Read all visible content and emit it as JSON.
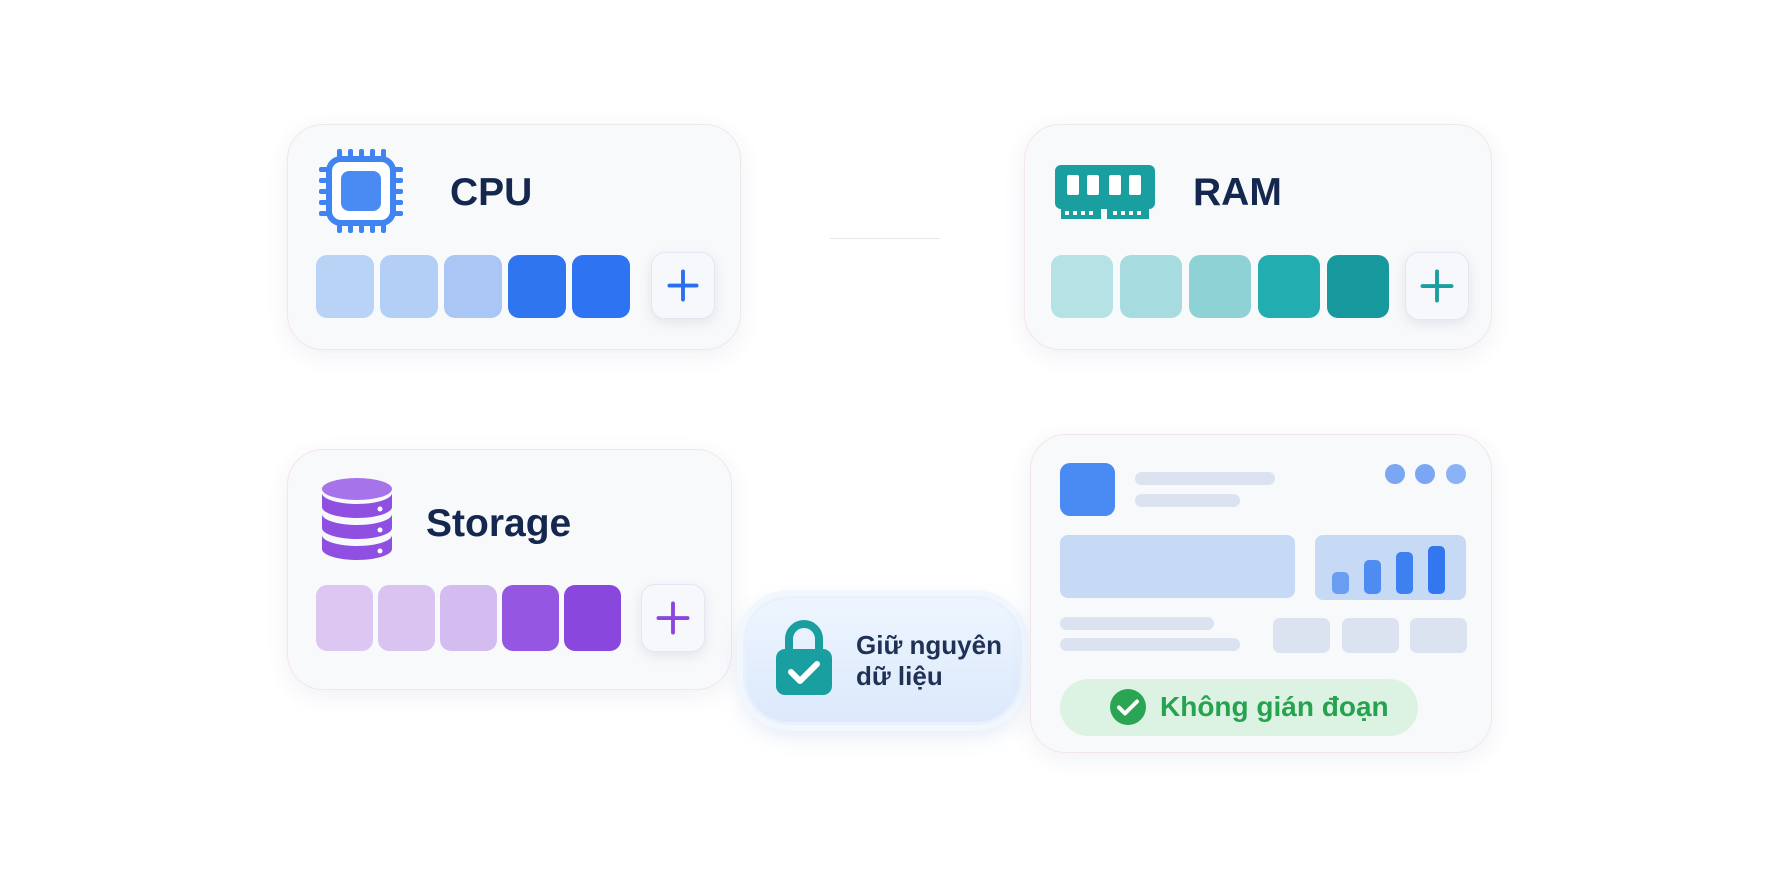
{
  "resources": {
    "cpu": {
      "title": "CPU",
      "icon": "cpu-chip-icon",
      "filled_blocks": 2,
      "total_blocks": 5,
      "colors": [
        "#b9d3f6",
        "#b4cff5",
        "#a9c6f4",
        "#2f75f0",
        "#2e73f2"
      ],
      "accent": "#2a6ff0"
    },
    "ram": {
      "title": "RAM",
      "icon": "ram-module-icon",
      "filled_blocks": 2,
      "total_blocks": 5,
      "colors": [
        "#b4e2e5",
        "#a6dcdf",
        "#8fd2d6",
        "#22adb1",
        "#17989c"
      ],
      "accent": "#1a9fa1"
    },
    "storage": {
      "title": "Storage",
      "icon": "database-icon",
      "filled_blocks": 2,
      "total_blocks": 5,
      "colors": [
        "#dcc6f2",
        "#d8c3f1",
        "#d3bdf0",
        "#9557e2",
        "#8a47dd"
      ],
      "accent": "#8a47dd"
    }
  },
  "badge": {
    "line1": "Giữ nguyên",
    "line2": "dữ liệu",
    "icon": "lock-check-icon",
    "accent": "#1a9fa1"
  },
  "status": {
    "label": "Không gián đoạn",
    "icon": "check-circle-icon",
    "color": "#27a34f"
  },
  "dashboard": {
    "chart_icon": "bar-chart-icon",
    "accent": "#3e80f0"
  }
}
